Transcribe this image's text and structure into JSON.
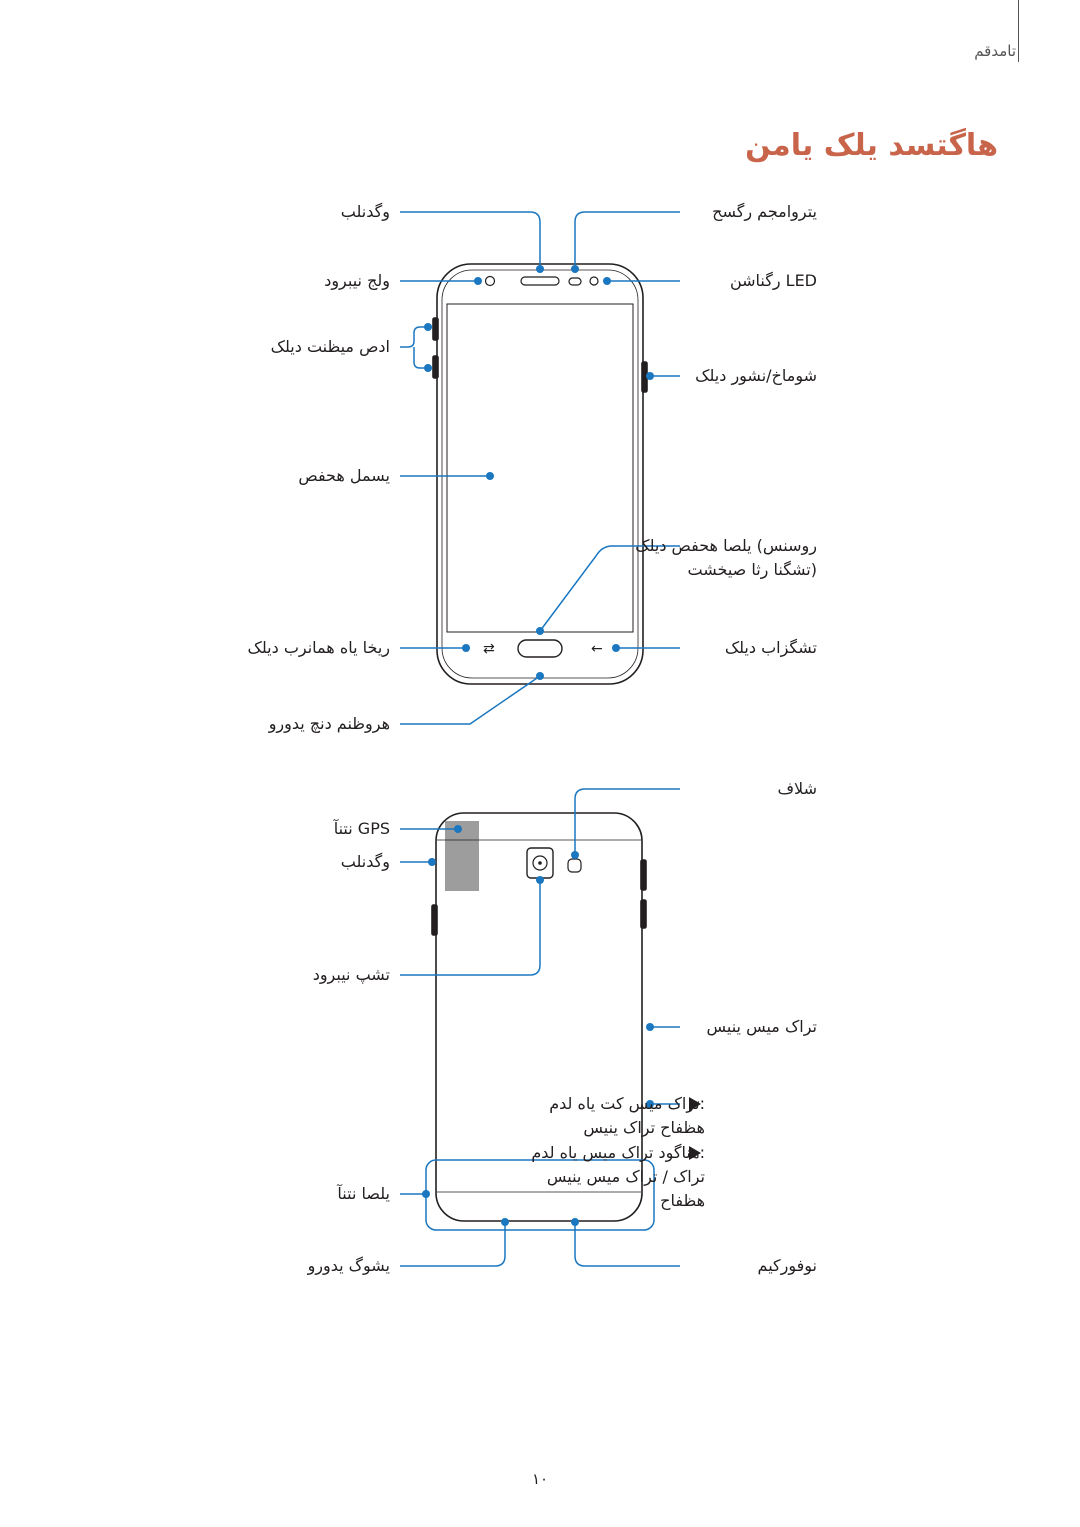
{
  "header": {
    "section_title": "تامدقم",
    "page_title": "هاگتسد یلک یامن"
  },
  "front_labels": {
    "speaker_top_left": "وگدنلب",
    "front_camera": "ولج نیبرود",
    "volume_key": "ادص میظنت دیلک",
    "touchscreen": "یسمل هحفص",
    "recent_apps_key": "ریخا یاه همانرب دیلک",
    "multipurpose_jack": "هروظنم دنچ یدورو",
    "proximity_sensor": "یتروامجم رگسح",
    "led_indicator": "LED رگناشن",
    "power_key": "شوماخ/نشور دیلک",
    "home_key_line1": "روسنس) یلصا هحفص دیلک",
    "home_key_line2": "(تشگنا رثا صیخشت",
    "back_key": "تشگزاب دیلک"
  },
  "back_labels": {
    "flash": "شلاف",
    "gps_antenna": "GPS نتنآ",
    "speaker": "وگدنلب",
    "rear_camera": "تشپ نیبرود",
    "sim_tray": "تراک میس ینیس",
    "single_sim_line1": ":تراک میس کت یاه لدم",
    "single_sim_line2": "هظفاح تراک ینیس",
    "dual_sim_line1": ":هناگود تراک میس یاه لدم",
    "dual_sim_line2": "تراک / تراک میس ینیس",
    "dual_sim_line3": "هظفاح",
    "main_antenna": "یلصا نتنآ",
    "headset_jack": "یشوگ یدورو",
    "microphone": "نوفورکیم"
  },
  "page_number": "۱۰",
  "colors": {
    "accent_title": "#c8644a",
    "callout_line": "#1a77c0",
    "device_outline": "#231f20",
    "gps_patch": "#9d9d9d"
  }
}
